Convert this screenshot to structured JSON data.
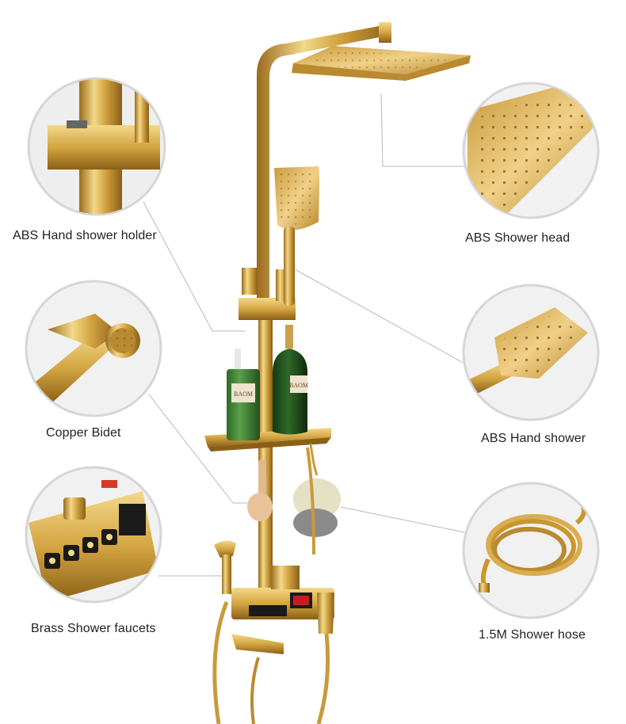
{
  "callouts": [
    {
      "id": "hand-shower-holder",
      "label": "ABS Hand shower holder"
    },
    {
      "id": "shower-head",
      "label": "ABS Shower head"
    },
    {
      "id": "copper-bidet",
      "label": "Copper Bidet"
    },
    {
      "id": "hand-shower",
      "label": "ABS Hand shower"
    },
    {
      "id": "shower-faucets",
      "label": "Brass Shower faucets"
    },
    {
      "id": "shower-hose",
      "label": "1.5M Shower hose"
    }
  ],
  "bottle_brand": "BAOM",
  "colors": {
    "gold": "#d4a542",
    "gold_dark": "#9a6c1c",
    "gold_light": "#f3d98a",
    "bottle_green_light": "#4c8a3f",
    "bottle_green_dark": "#1f4a1a",
    "leader_line": "#b8b8b8",
    "circle_border": "#d6d6d6"
  }
}
